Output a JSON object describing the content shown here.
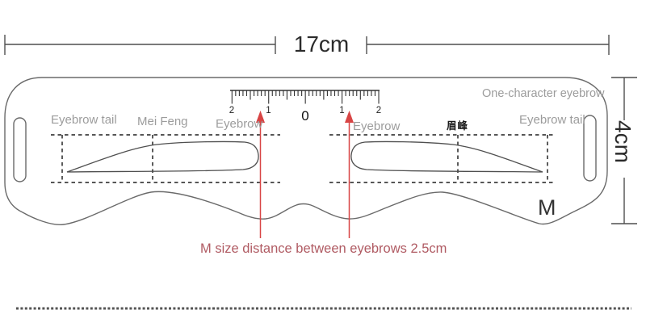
{
  "measurements": {
    "width": "17cm",
    "height": "4cm",
    "caption": "M size distance between eyebrows 2.5cm"
  },
  "stencil": {
    "style": "One-character eyebrow",
    "size": "M",
    "labels": {
      "left_tail": "Eyebrow tail",
      "left_peak": "Mei Feng",
      "left_head": "Eyebrow",
      "right_head": "Eyebrow",
      "right_peak": "眉峰",
      "right_tail": "Eyebrow tail"
    }
  },
  "ruler": {
    "labels": [
      "2",
      "1",
      "0",
      "1",
      "2"
    ]
  },
  "colors": {
    "outline": "#6a6a6a",
    "cutout": "#4f4f4f",
    "dashed": "#3f3f3f",
    "label_gray": "#9c9c9c",
    "ink": "#2b2b2b",
    "red_guide": "#d84545",
    "red_text": "#b05b63"
  }
}
